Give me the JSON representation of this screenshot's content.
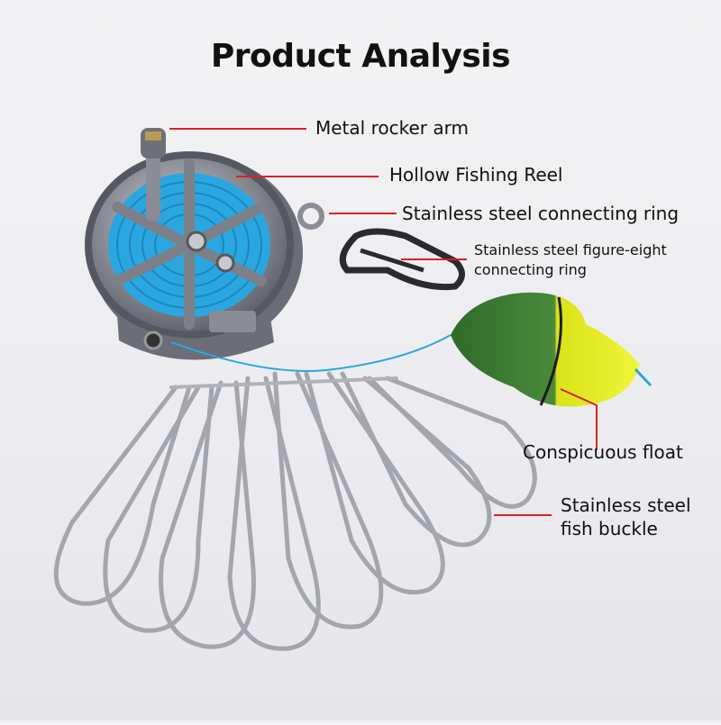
{
  "title": "Product Analysis",
  "labels": {
    "metal_rocker_arm": "Metal rocker arm",
    "hollow_fishing_reel": "Hollow Fishing Reel",
    "connecting_ring": "Stainless steel connecting ring",
    "figure_eight_line1": "Stainless steel figure-eight",
    "figure_eight_line2": "connecting ring",
    "conspicuous_float": "Conspicuous float",
    "fish_buckle_line1": "Stainless steel",
    "fish_buckle_line2": "fish buckle"
  },
  "colors": {
    "callout_line": "#e02020",
    "line_blue": "#2aa7e0",
    "float_green": "#3f7a35",
    "float_yellow": "#e8f020",
    "steel": "#9a9ca3"
  }
}
